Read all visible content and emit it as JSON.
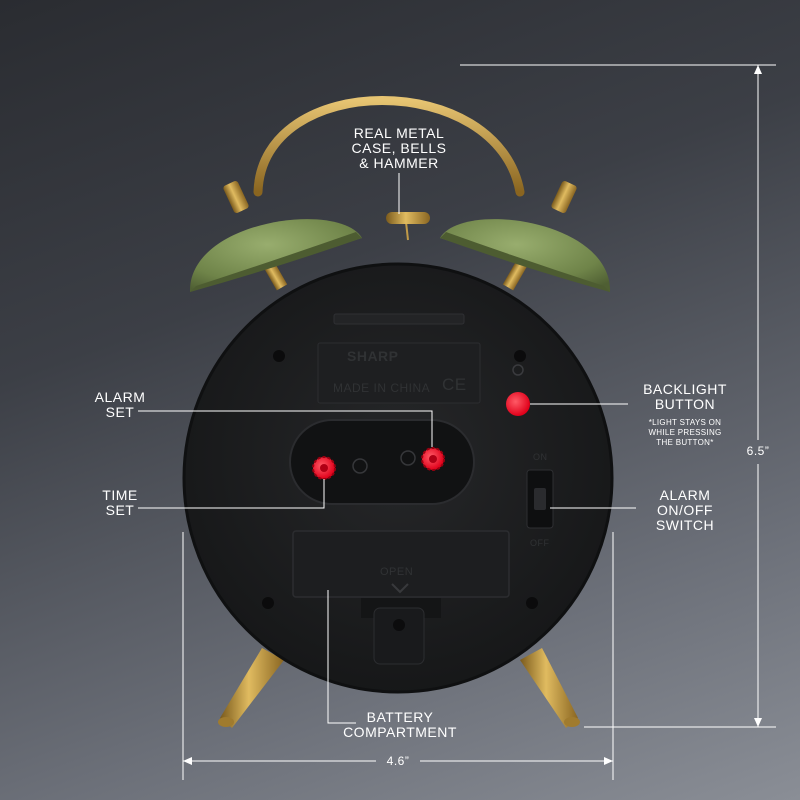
{
  "callouts": {
    "metal": [
      "REAL METAL",
      "CASE, BELLS",
      "& HAMMER"
    ],
    "alarm_set": [
      "ALARM",
      "SET"
    ],
    "time_set": [
      "TIME",
      "SET"
    ],
    "backlight": [
      "BACKLIGHT",
      "BUTTON"
    ],
    "backlight_note": [
      "*LIGHT STAYS ON",
      "WHILE PRESSING",
      "THE BUTTON*"
    ],
    "alarm_switch": [
      "ALARM",
      "ON/OFF",
      "SWITCH"
    ],
    "battery": [
      "BATTERY",
      "COMPARTMENT"
    ]
  },
  "dimensions": {
    "height": "6.5”",
    "width": "4.6”"
  },
  "case_markings": {
    "brand": "SHARP",
    "origin": "MADE IN CHINA",
    "cert": "CE",
    "switch_on": "ON",
    "switch_off": "OFF",
    "battery_door": "OPEN"
  },
  "colors": {
    "bell_green": "#7e9358",
    "brass": "#b8913a",
    "case_black": "#1c1d1f",
    "button_red": "#ff1a2a"
  }
}
